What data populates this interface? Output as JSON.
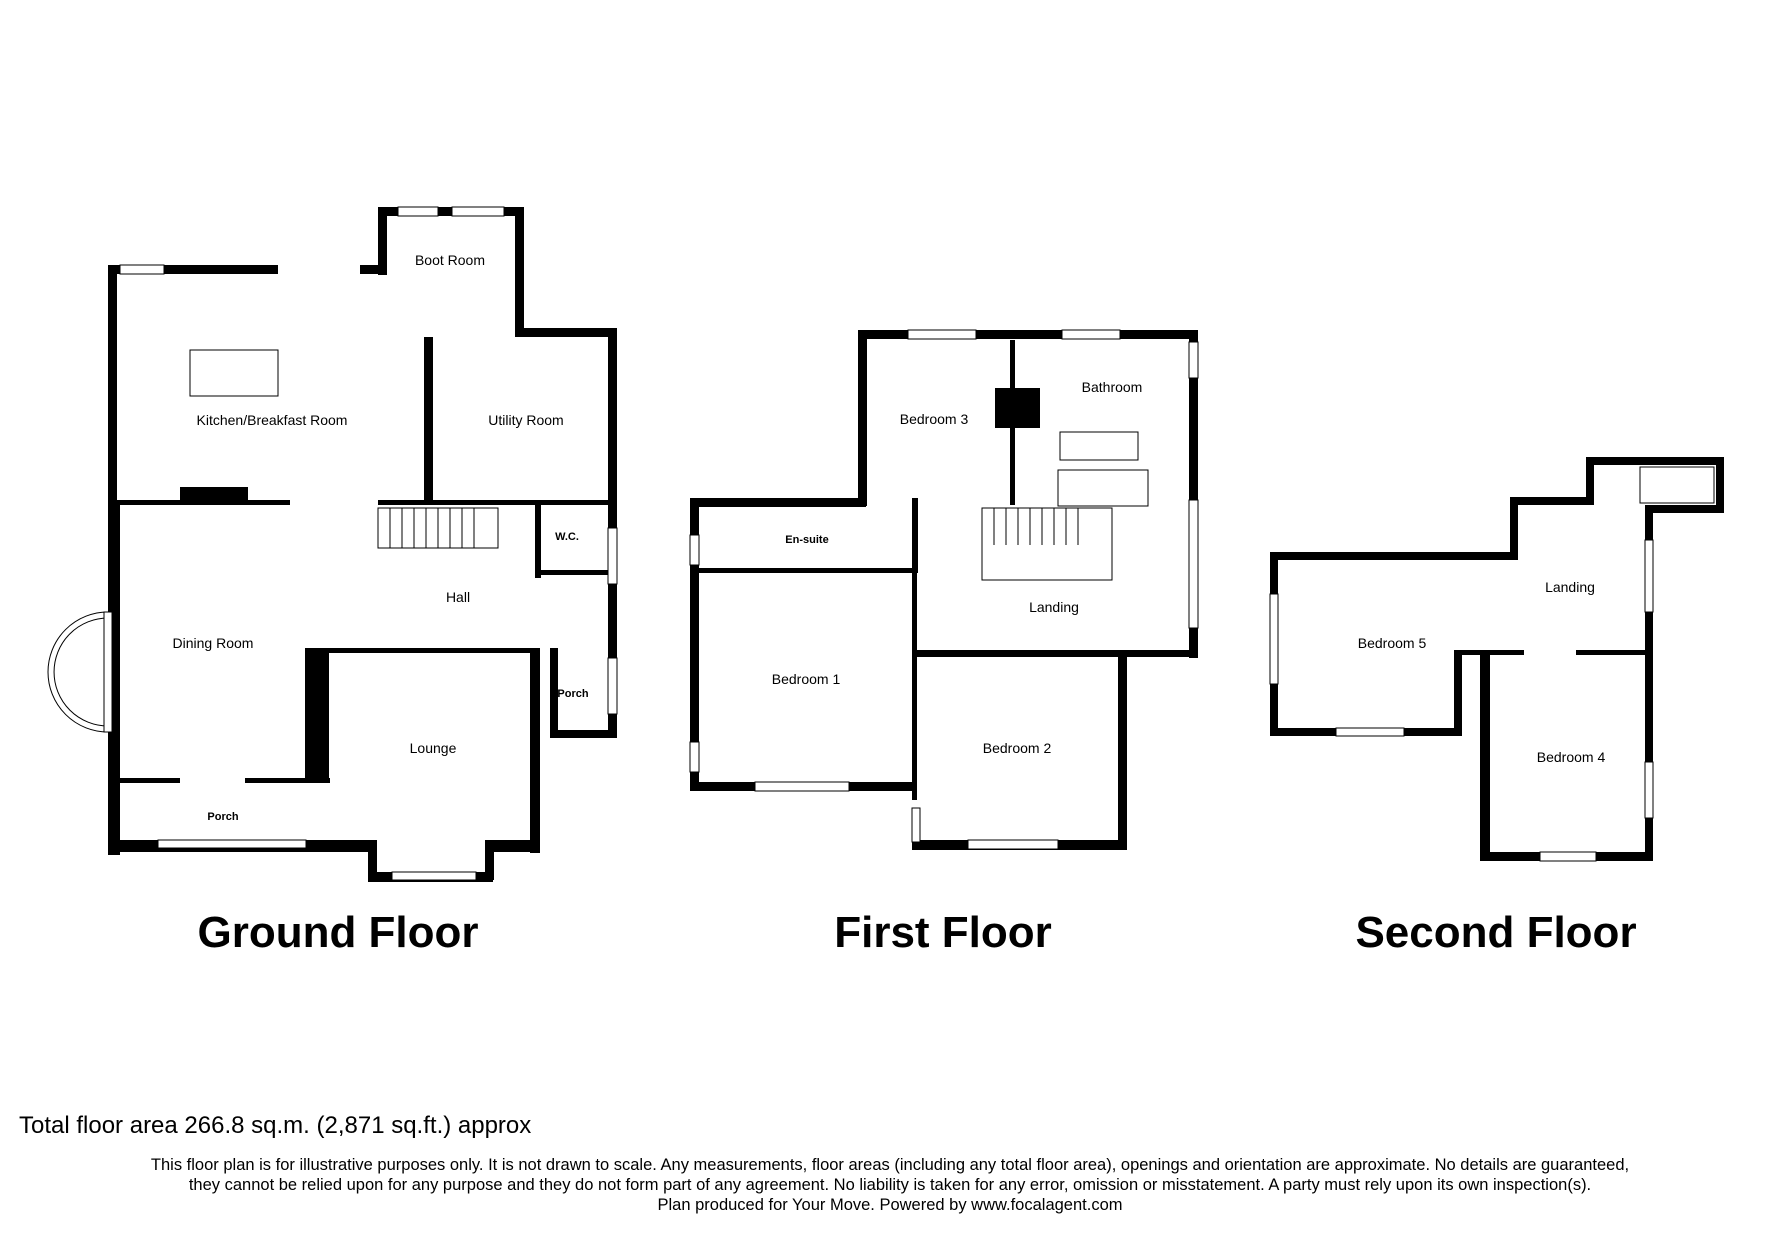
{
  "ground_floor": {
    "title": "Ground Floor",
    "rooms": {
      "boot_room": "Boot Room",
      "kitchen": "Kitchen/Breakfast Room",
      "utility": "Utility Room",
      "wc": "W.C.",
      "hall": "Hall",
      "dining": "Dining Room",
      "porch_side": "Porch",
      "lounge": "Lounge",
      "porch_front": "Porch"
    }
  },
  "first_floor": {
    "title": "First Floor",
    "rooms": {
      "bathroom": "Bathroom",
      "bedroom3": "Bedroom 3",
      "ensuite": "En-suite",
      "landing": "Landing",
      "bedroom1": "Bedroom 1",
      "bedroom2": "Bedroom 2"
    }
  },
  "second_floor": {
    "title": "Second Floor",
    "rooms": {
      "landing": "Landing",
      "bedroom5": "Bedroom 5",
      "bedroom4": "Bedroom 4"
    }
  },
  "footer": {
    "total_area": "Total floor area 266.8 sq.m. (2,871 sq.ft.) approx",
    "disclaimer_line1": "This floor plan is for illustrative purposes only. It is not drawn to scale. Any measurements, floor areas (including any total floor area), openings and orientation are approximate. No details are guaranteed,",
    "disclaimer_line2": "they cannot be relied upon for any purpose and they do not form part of any agreement. No liability is taken for any error, omission or misstatement. A party must rely upon its own inspection(s).",
    "disclaimer_line3": "Plan produced for Your Move. Powered by www.focalagent.com"
  }
}
